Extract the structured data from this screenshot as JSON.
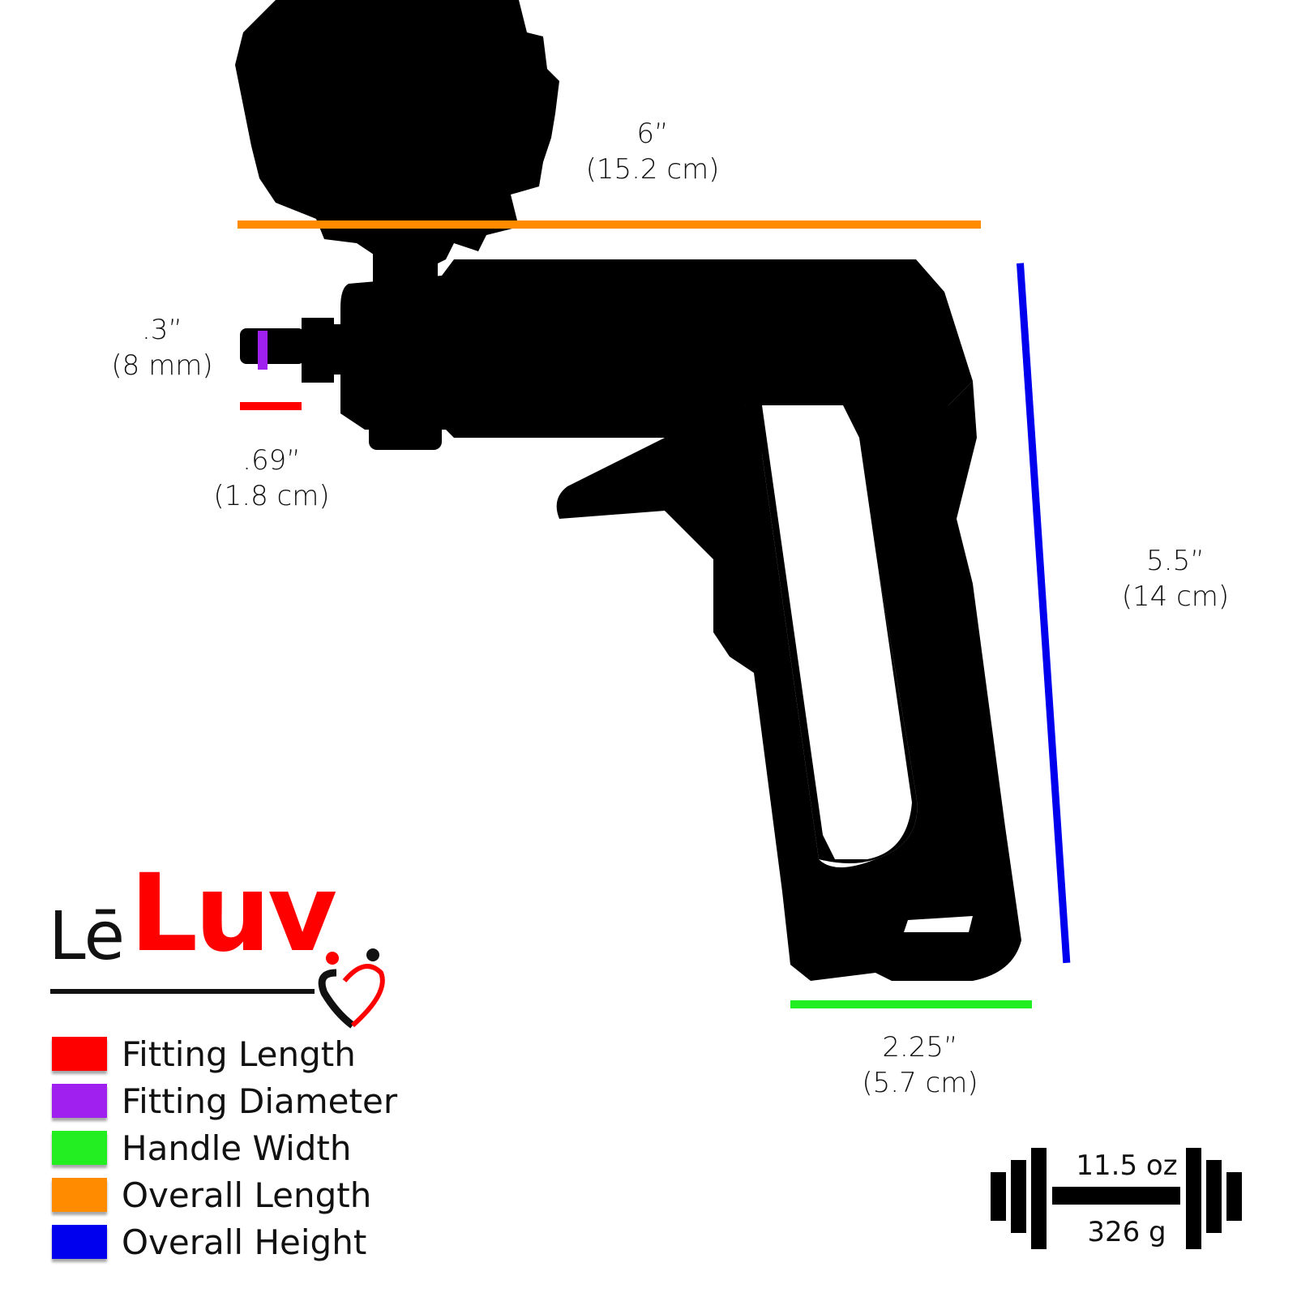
{
  "diagram": {
    "subject": "pump handle silhouette",
    "dimensions": {
      "overall_length": {
        "imperial": "6”",
        "metric": "(15.2 cm)",
        "color": "#ff8c00"
      },
      "fitting_diameter": {
        "imperial": ".3”",
        "metric": "(8 mm)",
        "color": "#a020f0"
      },
      "fitting_length": {
        "imperial": ".69”",
        "metric": "(1.8 cm)",
        "color": "#ff0000"
      },
      "overall_height": {
        "imperial": "5.5”",
        "metric": "(14 cm)",
        "color": "#0000ee"
      },
      "handle_width": {
        "imperial": "2.25”",
        "metric": "(5.7 cm)",
        "color": "#22ee22"
      }
    }
  },
  "brand": {
    "prefix": "Lē",
    "name": "Luv"
  },
  "legend": {
    "items": [
      {
        "label": "Fitting Length",
        "color": "#ff0000"
      },
      {
        "label": "Fitting Diameter",
        "color": "#a020f0"
      },
      {
        "label": "Handle Width",
        "color": "#22ee22"
      },
      {
        "label": "Overall Length",
        "color": "#ff8c00"
      },
      {
        "label": "Overall Height",
        "color": "#0000ee"
      }
    ]
  },
  "weight": {
    "imperial": "11.5 oz",
    "metric": "326 g",
    "icon": "dumbbell-icon"
  }
}
